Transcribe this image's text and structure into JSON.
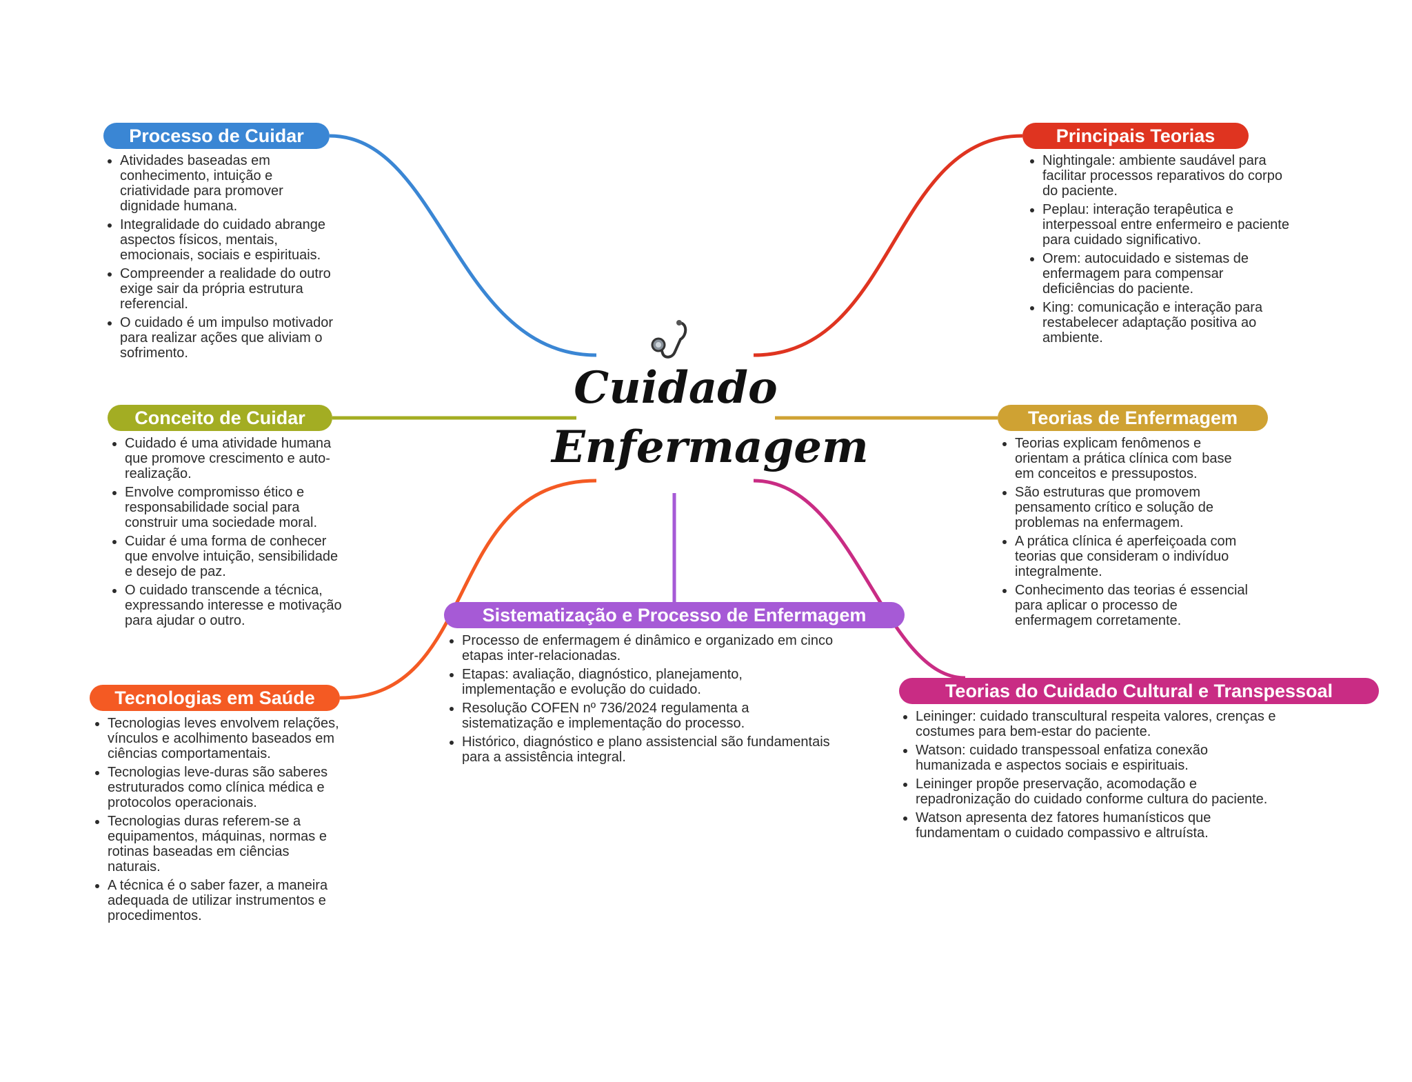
{
  "central_topic": {
    "line1": "Cuidado",
    "line2": "Enfermagem",
    "icon": "stethoscope-icon"
  },
  "branches": {
    "processo_cuidar": {
      "title": "Processo de Cuidar",
      "color": "#3a86d4",
      "items": [
        "Atividades baseadas em conhecimento, intuição e criatividade para promover dignidade humana.",
        "Integralidade do cuidado abrange aspectos físicos, mentais, emocionais, sociais e espirituais.",
        "Compreender a realidade do outro exige sair da própria estrutura referencial.",
        "O cuidado é um impulso motivador para realizar ações que aliviam o sofrimento."
      ]
    },
    "conceito_cuidar": {
      "title": "Conceito de Cuidar",
      "color": "#a3ad23",
      "items": [
        "Cuidado é uma atividade humana que promove crescimento e auto-realização.",
        "Envolve compromisso ético e responsabilidade social para construir uma sociedade moral.",
        "Cuidar é uma forma de conhecer que envolve intuição, sensibilidade e desejo de paz.",
        "O cuidado transcende a técnica, expressando interesse e motivação para ajudar o outro."
      ]
    },
    "tecnologias_saude": {
      "title": "Tecnologias em Saúde",
      "color": "#f45a23",
      "items": [
        "Tecnologias leves envolvem relações, vínculos e acolhimento baseados em ciências comportamentais.",
        "Tecnologias leve-duras são saberes estruturados como clínica médica e protocolos operacionais.",
        "Tecnologias duras referem-se a equipamentos, máquinas, normas e rotinas baseadas em ciências naturais.",
        "A técnica é o saber fazer, a maneira adequada de utilizar instrumentos e procedimentos."
      ]
    },
    "sistematizacao": {
      "title": "Sistematização e Processo de Enfermagem",
      "color": "#a65ad6",
      "items": [
        "Processo de enfermagem é dinâmico e organizado em cinco etapas inter-relacionadas.",
        "Etapas: avaliação, diagnóstico, planejamento, implementação e evolução do cuidado.",
        "Resolução COFEN nº 736/2024 regulamenta a sistematização e implementação do processo.",
        "Histórico, diagnóstico e plano assistencial são fundamentais para a assistência integral."
      ]
    },
    "principais_teorias": {
      "title": "Principais Teorias",
      "color": "#df3420",
      "items": [
        "Nightingale: ambiente saudável para facilitar processos reparativos do corpo do paciente.",
        "Peplau: interação terapêutica e interpessoal entre enfermeiro e paciente para cuidado significativo.",
        "Orem: autocuidado e sistemas de enfermagem para compensar deficiências do paciente.",
        "King: comunicação e interação para restabelecer adaptação positiva ao ambiente."
      ]
    },
    "teorias_enfermagem": {
      "title": "Teorias de Enfermagem",
      "color": "#cfa233",
      "items": [
        "Teorias explicam fenômenos e orientam a prática clínica com base em conceitos e pressupostos.",
        "São estruturas que promovem pensamento crítico e solução de problemas na enfermagem.",
        "A prática clínica é aperfeiçoada com teorias que consideram o indivíduo integralmente.",
        "Conhecimento das teorias é essencial para aplicar o processo de enfermagem corretamente."
      ]
    },
    "cuidado_cultural": {
      "title": "Teorias do Cuidado Cultural e Transpessoal",
      "color": "#c92c84",
      "items": [
        "Leininger: cuidado transcultural respeita valores, crenças e costumes para bem-estar do paciente.",
        "Watson: cuidado transpessoal enfatiza conexão humanizada e aspectos sociais e espirituais.",
        "Leininger propõe preservação, acomodação e repadronização do cuidado conforme cultura do paciente.",
        "Watson apresenta dez fatores humanísticos que fundamentam o cuidado compassivo e altruísta."
      ]
    }
  }
}
